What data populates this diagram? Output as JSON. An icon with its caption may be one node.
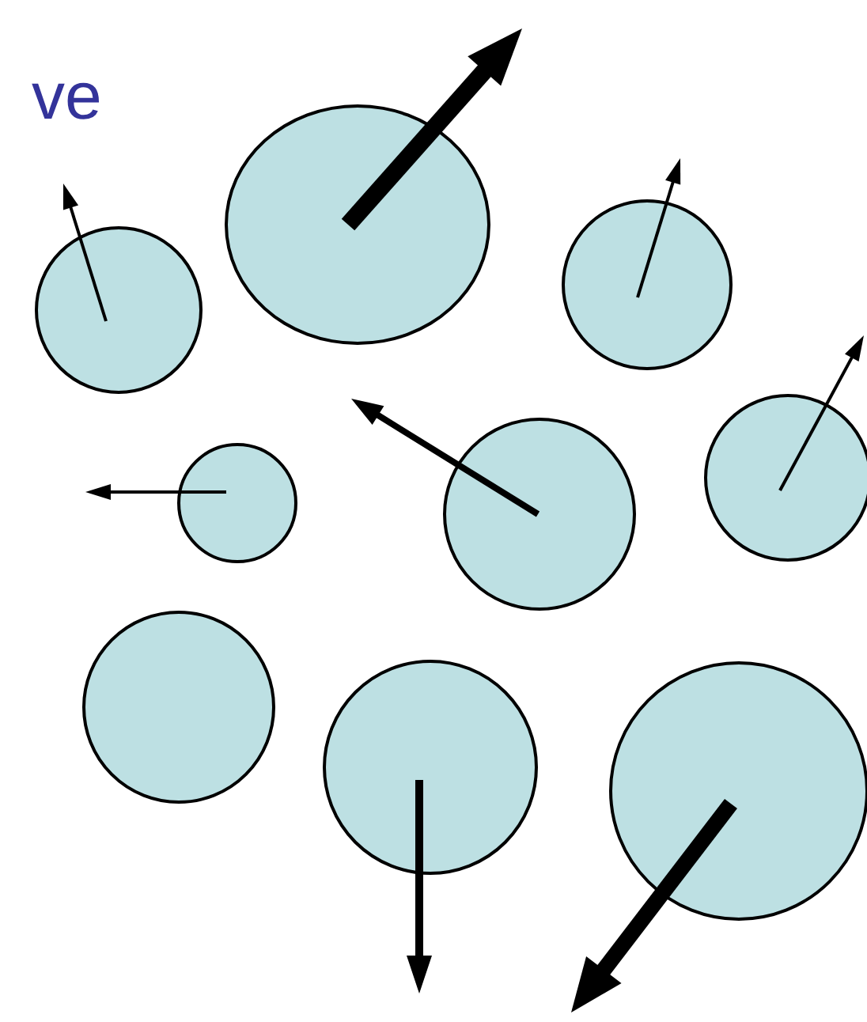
{
  "diagram": {
    "nodes": [
      {
        "text": [],
        "shape": "circle"
      },
      {
        "text": [],
        "shape": "circle"
      },
      {
        "text": [],
        "shape": "circle"
      },
      {
        "text": [],
        "shape": "circle"
      },
      {
        "text": [],
        "shape": "circle"
      },
      {
        "text": [],
        "shape": "circle"
      },
      {
        "text": [],
        "shape": "circle"
      },
      {
        "text": [],
        "shape": "circle"
      },
      {
        "text": [],
        "shape": "circle"
      }
    ],
    "labels": [
      "ve"
    ]
  }
}
